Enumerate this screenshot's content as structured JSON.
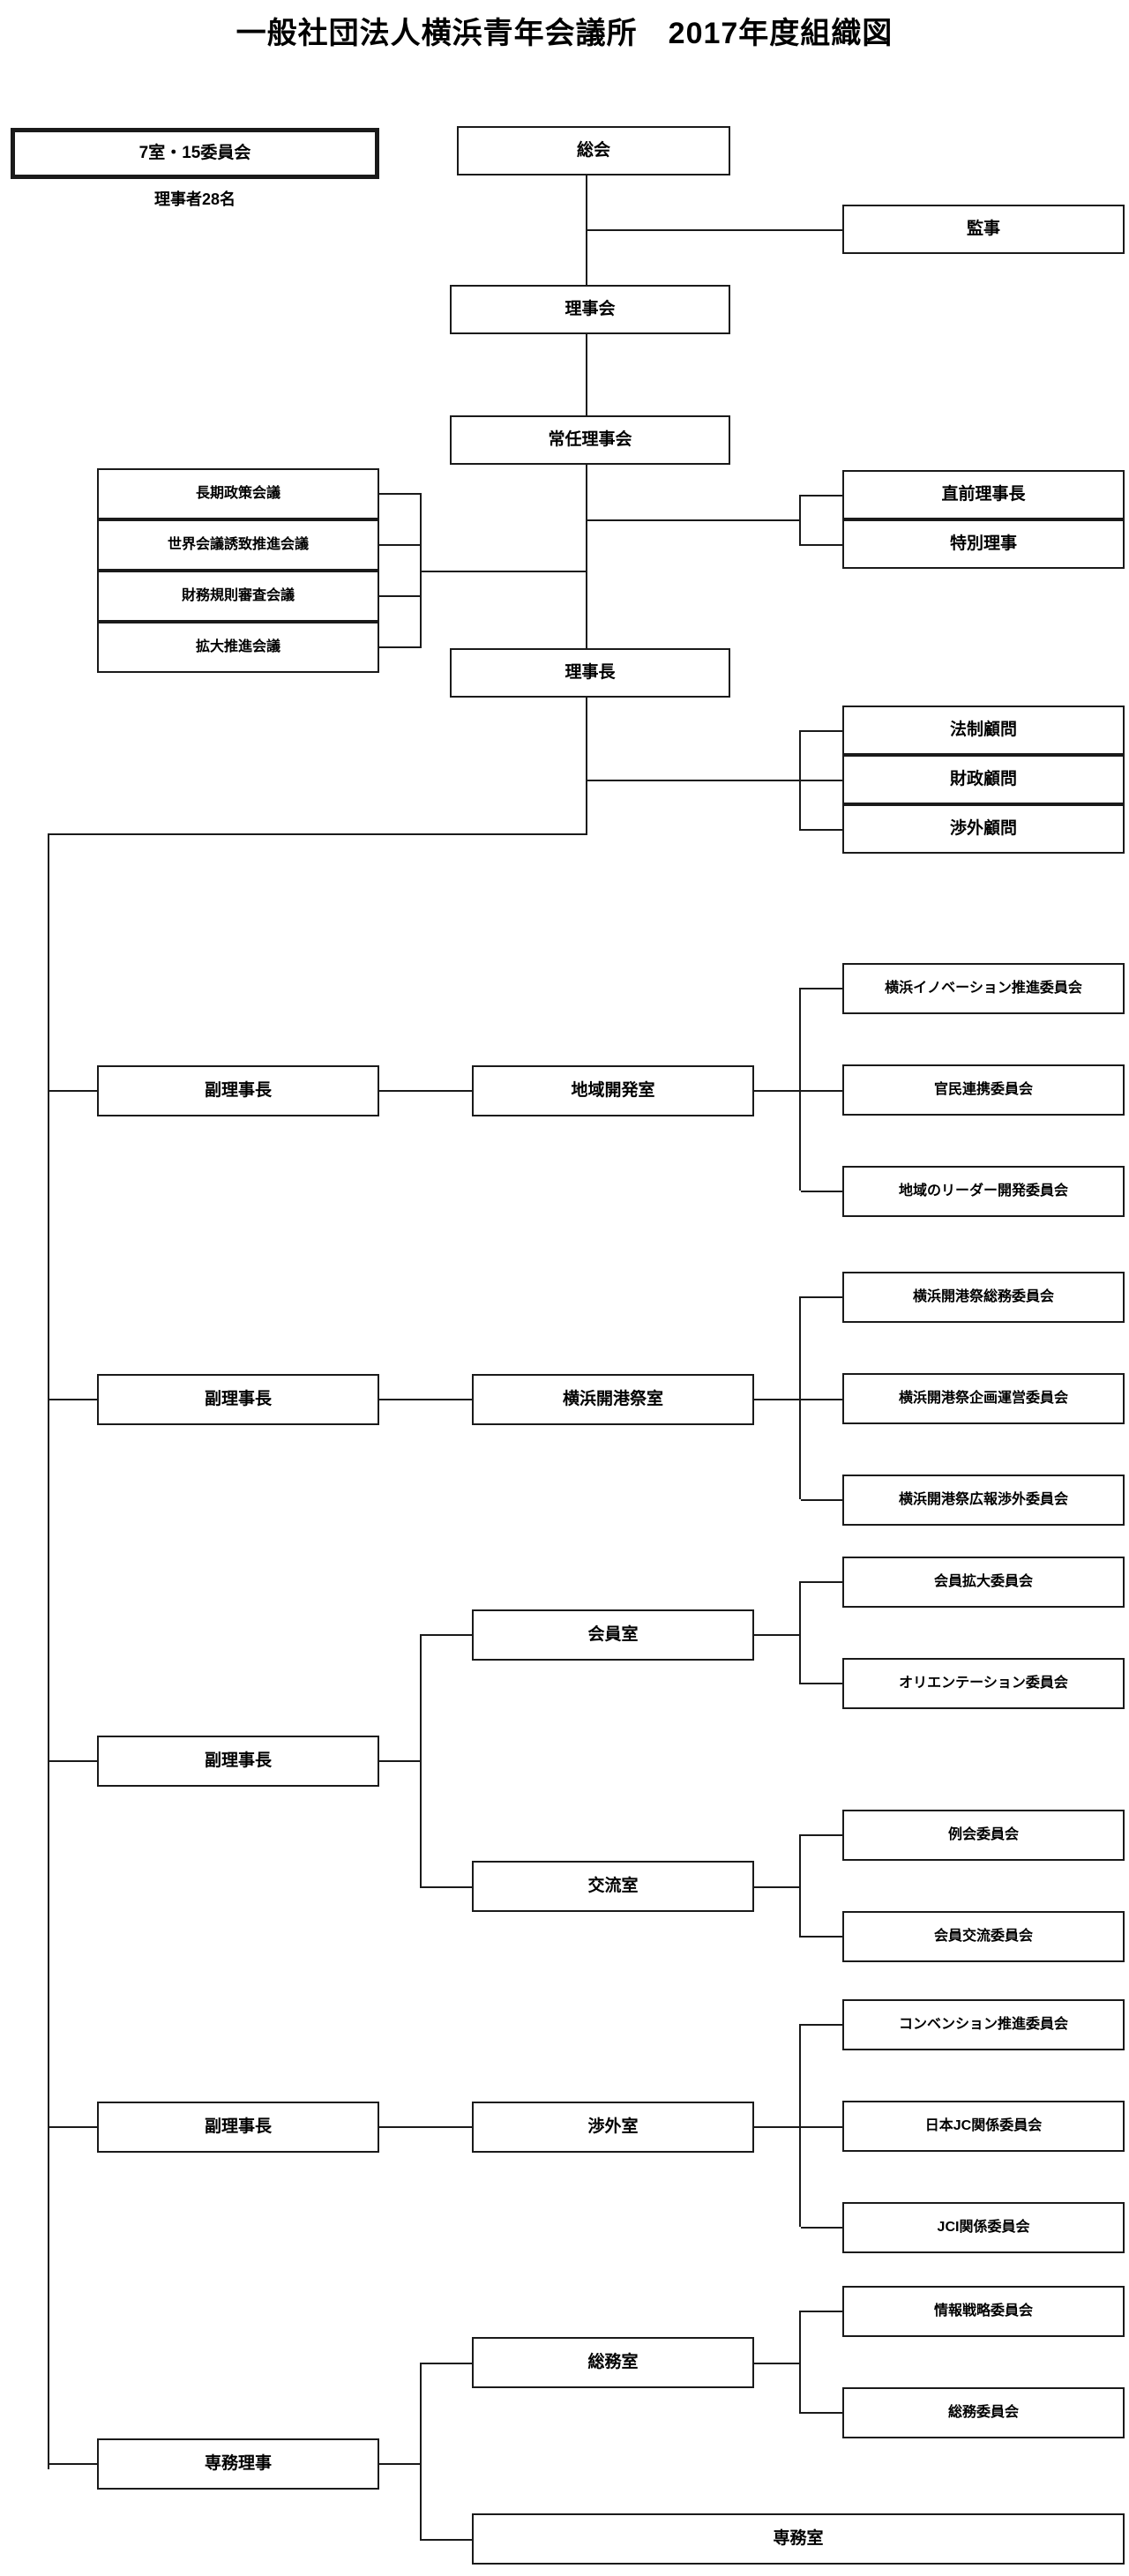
{
  "title": "一般社団法人横浜青年会議所　2017年度組織図",
  "summary": {
    "rooms_committees": "7室・15委員会",
    "directors_count": "理事者28名"
  },
  "governance": {
    "general_meeting": "総会",
    "auditor": "監事",
    "board_of_directors": "理事会",
    "standing_board": "常任理事会",
    "president": "理事長"
  },
  "councils": [
    "長期政策会議",
    "世界会議誘致推進会議",
    "財務規則審査会議",
    "拡大推進会議"
  ],
  "special_directors": [
    "直前理事長",
    "特別理事"
  ],
  "advisors": [
    "法制顧問",
    "財政顧問",
    "渉外顧問"
  ],
  "divisions": [
    {
      "officer": "副理事長",
      "rooms": [
        {
          "room": "地域開発室",
          "committees": [
            "横浜イノベーション推進委員会",
            "官民連携委員会",
            "地域のリーダー開発委員会"
          ]
        }
      ]
    },
    {
      "officer": "副理事長",
      "rooms": [
        {
          "room": "横浜開港祭室",
          "committees": [
            "横浜開港祭総務委員会",
            "横浜開港祭企画運営委員会",
            "横浜開港祭広報渉外委員会"
          ]
        }
      ]
    },
    {
      "officer": "副理事長",
      "rooms": [
        {
          "room": "会員室",
          "committees": [
            "会員拡大委員会",
            "オリエンテーション委員会"
          ]
        },
        {
          "room": "交流室",
          "committees": [
            "例会委員会",
            "会員交流委員会"
          ]
        }
      ]
    },
    {
      "officer": "副理事長",
      "rooms": [
        {
          "room": "渉外室",
          "committees": [
            "コンベンション推進委員会",
            "日本JC関係委員会",
            "JCI関係委員会"
          ]
        }
      ]
    },
    {
      "officer": "専務理事",
      "rooms": [
        {
          "room": "総務室",
          "committees": [
            "情報戦略委員会",
            "総務委員会"
          ]
        },
        {
          "room": "専務室",
          "committees": []
        }
      ]
    }
  ],
  "colors": {
    "line": "#1a1a1a",
    "background": "#ffffff",
    "text": "#000000"
  }
}
